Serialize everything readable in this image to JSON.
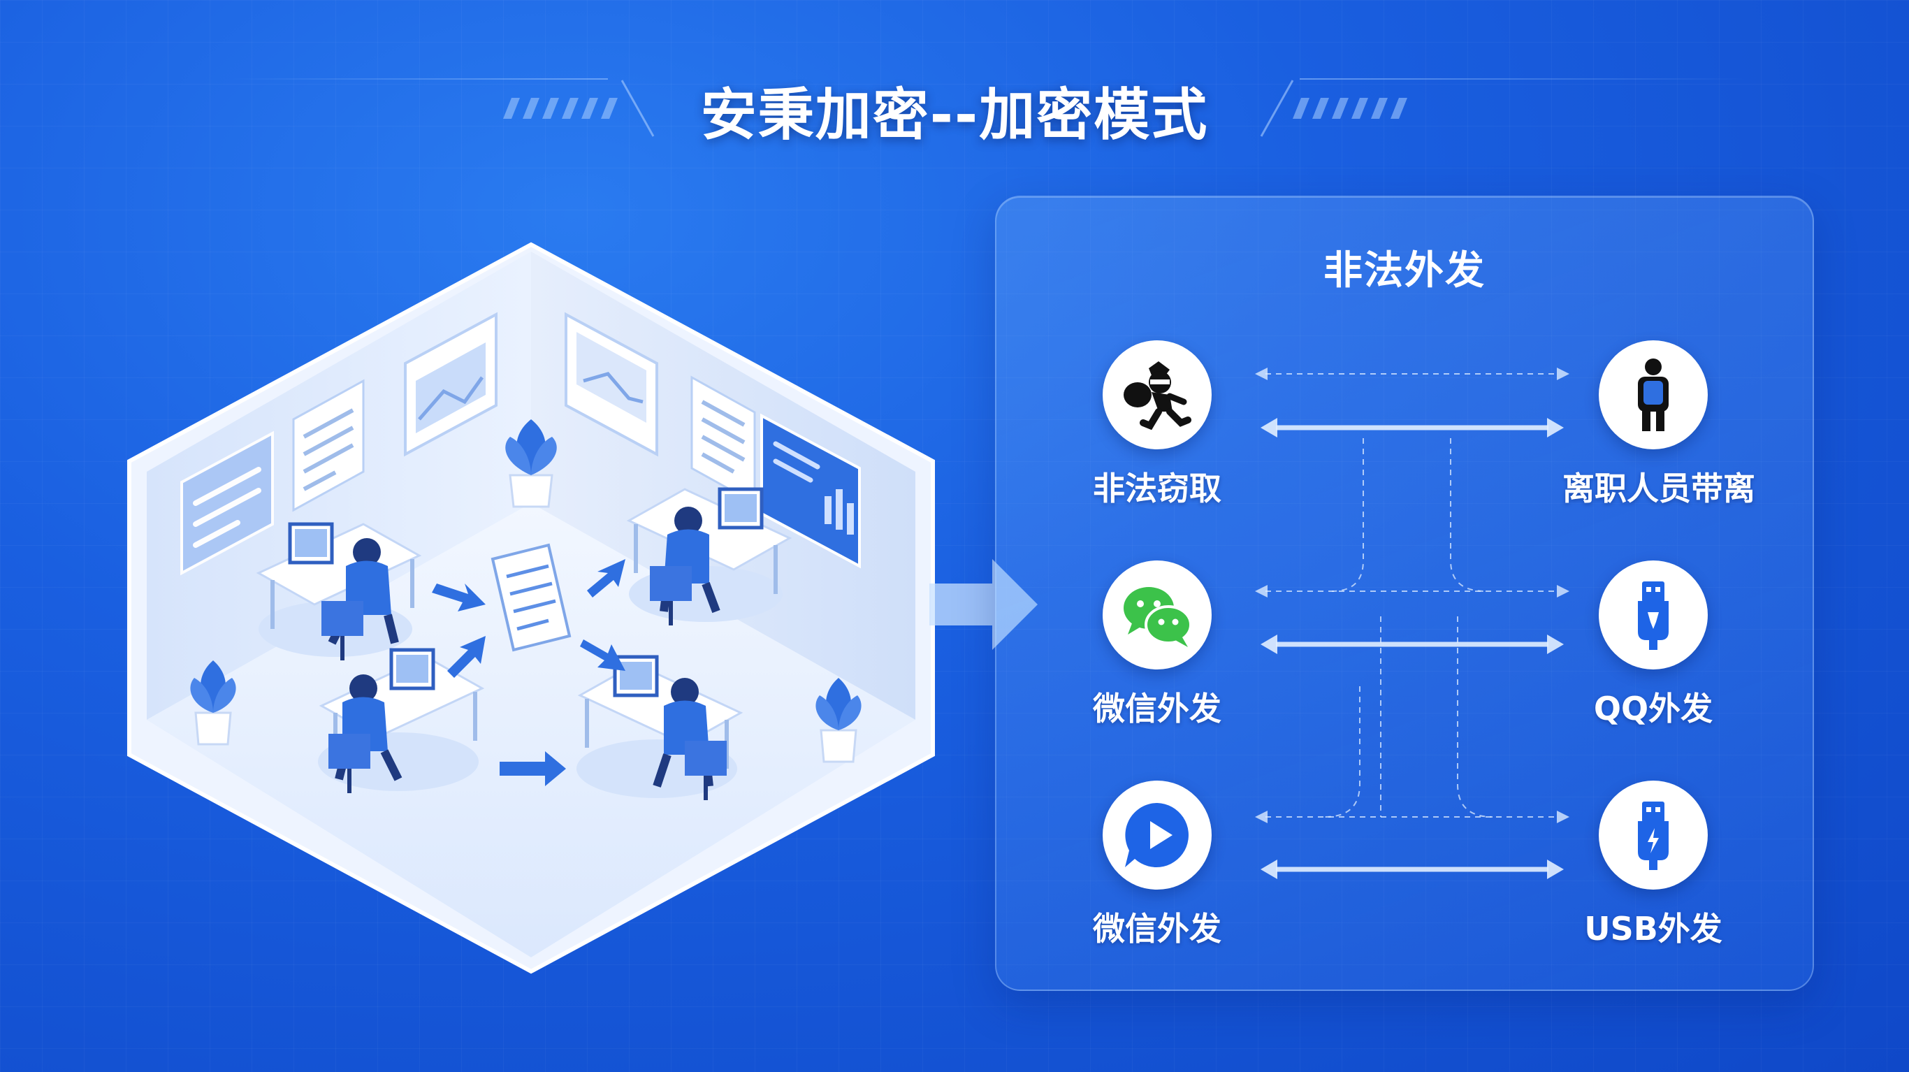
{
  "title": "安秉加密--加密模式",
  "panel": {
    "title": "非法外发",
    "left_nodes": [
      {
        "label": "非法窃取",
        "icon": "thief-icon"
      },
      {
        "label": "微信外发",
        "icon": "wechat-icon"
      },
      {
        "label": "微信外发",
        "icon": "video-play-icon"
      }
    ],
    "right_nodes": [
      {
        "label": "离职人员带离",
        "icon": "person-backpack-icon"
      },
      {
        "label": "QQ外发",
        "icon": "usb-icon"
      },
      {
        "label": "USB外发",
        "icon": "usb-icon"
      }
    ]
  },
  "colors": {
    "background": "#1a5fe0",
    "accent_blue": "#1e64e6",
    "wechat_green": "#3cc24a",
    "white": "#ffffff"
  }
}
